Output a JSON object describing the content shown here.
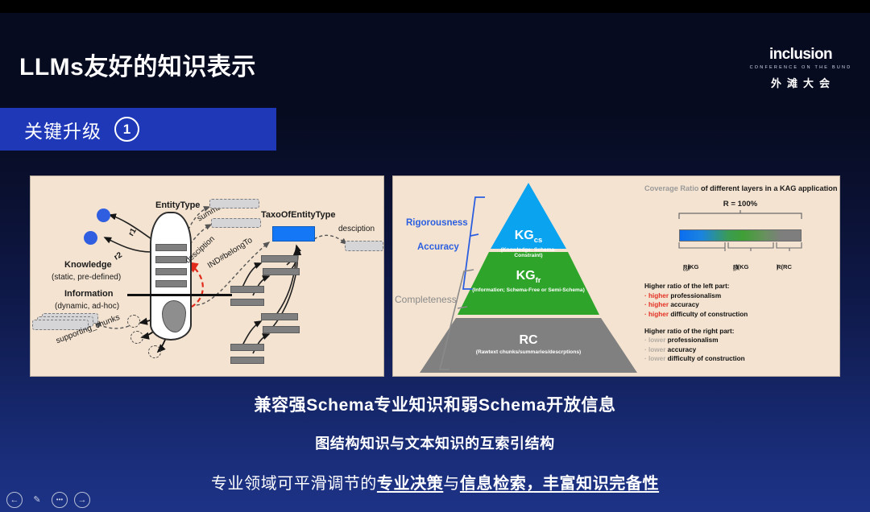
{
  "slide": {
    "title": "LLMs友好的知识表示",
    "banner": {
      "label": "关键升级",
      "number": "1"
    }
  },
  "logo": {
    "main": "inclusion",
    "subtitle": "CONFERENCE ON THE BUND",
    "chinese": "外滩大会"
  },
  "left_panel": {
    "name": "knowledge-representation-diagram",
    "nodes": {
      "entity_type": "EntityType",
      "taxo_of_entity_type": "TaxoOfEntityType",
      "rel_r1": "r1",
      "rel_r2": "r2",
      "edge_summary": "summary",
      "edge_desciption_left": "desciption",
      "edge_ind_belongto": "IND#belongTo",
      "edge_desciption_right": "desciption",
      "edge_supporting_chunks": "supporting_chunks"
    },
    "legend": {
      "knowledge_title": "Knowledge",
      "knowledge_sub": "(static, pre-defined)",
      "information_title": "Information",
      "information_sub": "(dynamic, ad-hoc)"
    }
  },
  "right_panel": {
    "name": "kag-coverage-pyramid",
    "pyramid": {
      "tiers": [
        {
          "id": "kgcs",
          "title": "KG",
          "subscript": "cs",
          "caption": "(Knowledge; Schema-Constraint)",
          "color": "#0aa3f0"
        },
        {
          "id": "kgfr",
          "title": "KG",
          "subscript": "fr",
          "caption": "(Information; Schema-Free or Semi-Schema)",
          "color": "#2ea52a"
        },
        {
          "id": "rc",
          "title": "RC",
          "subscript": "",
          "caption": "(Rawtext chunks/summaries/descrptions)",
          "color": "#808080"
        }
      ],
      "side_labels": [
        {
          "text": "Rigorousness",
          "color": "#2b5fe0"
        },
        {
          "text": "Accuracy",
          "color": "#2b5fe0"
        },
        {
          "text": "Completeness",
          "color": "#8a8a8a"
        }
      ]
    },
    "coverage": {
      "title_muted": "Coverage Ratio",
      "title_rest": " of different layers in a KAG application",
      "total": "R = 100%",
      "segments": [
        {
          "label": "R(KG",
          "sub": "cs",
          "close": ")"
        },
        {
          "label": "R(KG",
          "sub": "fr",
          "close": ")"
        },
        {
          "label": "R(RC",
          "sub": "",
          "close": ")"
        }
      ],
      "left_block": {
        "heading": "Higher ratio of the left part:",
        "items": [
          {
            "hi": "higher",
            "rest": " professionalism"
          },
          {
            "hi": "higher",
            "rest": " accuracy"
          },
          {
            "hi": "higher",
            "rest": " difficulty of construction"
          }
        ]
      },
      "right_block": {
        "heading": "Higher ratio of the right part:",
        "items": [
          {
            "hi": "lower",
            "rest": " professionalism"
          },
          {
            "hi": "lower",
            "rest": " accuracy"
          },
          {
            "hi": "lower",
            "rest": " difficulty of construction"
          }
        ]
      }
    }
  },
  "captions": {
    "line1": "兼容强Schema专业知识和弱Schema开放信息",
    "line2": "图结构知识与文本知识的互索引结构",
    "line3_pre": "专业领域可平滑调节的",
    "line3_em1": "专业决策",
    "line3_mid": "与",
    "line3_em2": "信息检索，丰富知识完备性"
  },
  "controls": [
    {
      "name": "back-button",
      "glyph": "←"
    },
    {
      "name": "pen-button",
      "glyph": "✎"
    },
    {
      "name": "more-button",
      "glyph": "•••"
    },
    {
      "name": "forward-button",
      "glyph": "→"
    }
  ],
  "colors": {
    "banner": "#1f38b8",
    "panel_bg": "#f4e3d0",
    "accent_red": "#e33124",
    "kg_blue": "#0aa3f0",
    "kg_green": "#2ea52a",
    "rc_gray": "#808080"
  }
}
